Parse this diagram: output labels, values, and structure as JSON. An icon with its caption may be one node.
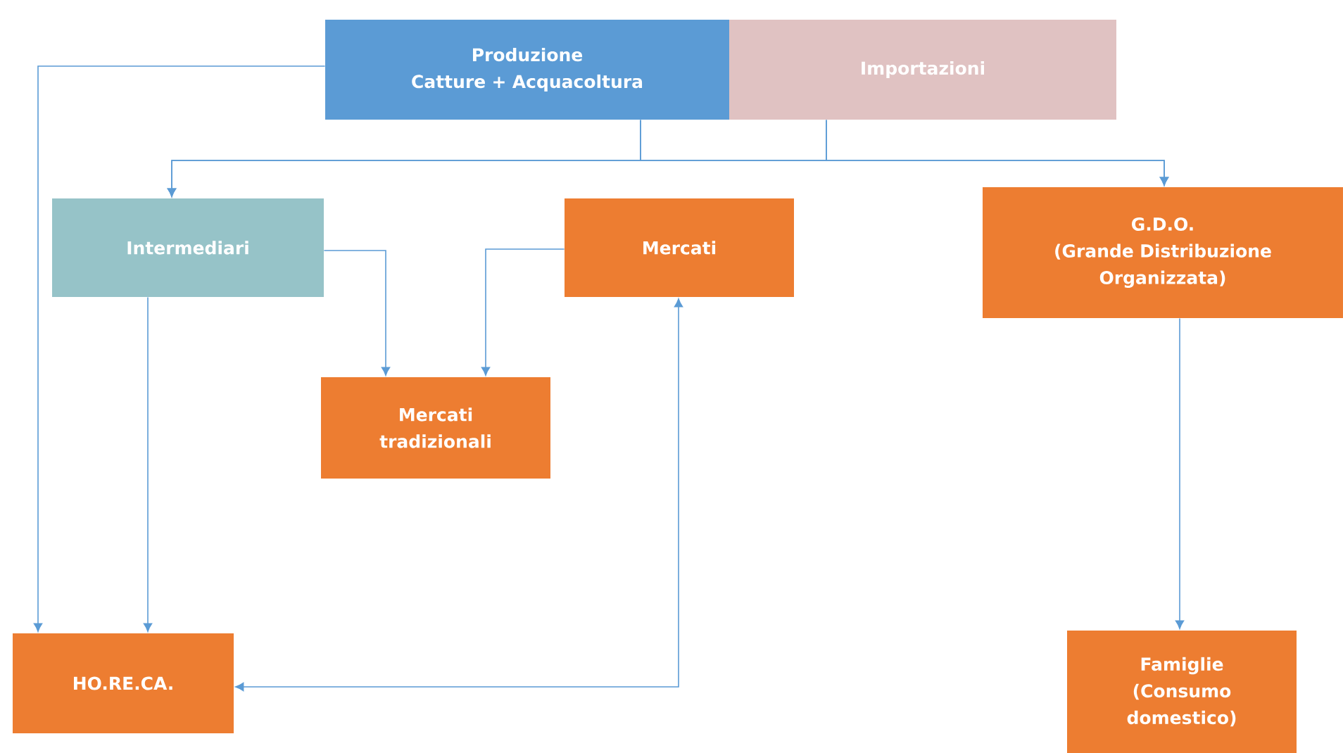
{
  "diagram": {
    "nodes": [
      {
        "text": [
          "Produzione",
          "Catture + Acquacoltura"
        ]
      },
      {
        "text": [
          "Importazioni"
        ]
      },
      {
        "text": [
          "Intermediari"
        ]
      },
      {
        "text": [
          "Mercati"
        ]
      },
      {
        "text": [
          "G.D.O.",
          "(Grande Distribuzione Organizzata)"
        ]
      },
      {
        "text": [
          "Mercati tradizionali"
        ]
      },
      {
        "text": [
          "HO.RE.CA."
        ]
      },
      {
        "text": [
          "Famiglie",
          "(Consumo domestico)"
        ]
      }
    ],
    "edges": [
      {
        "from": 0,
        "to": 6,
        "arrow": "to"
      },
      {
        "from": 0,
        "to": 2,
        "arrow": "to"
      },
      {
        "from": 0,
        "to": 4,
        "arrow": "to"
      },
      {
        "from": 1,
        "to": 2,
        "arrow": "to"
      },
      {
        "from": 1,
        "to": 4,
        "arrow": "to"
      },
      {
        "from": 2,
        "to": 5,
        "arrow": "to"
      },
      {
        "from": 3,
        "to": 5,
        "arrow": "to"
      },
      {
        "from": 2,
        "to": 6,
        "arrow": "to"
      },
      {
        "from": 3,
        "to": 6,
        "arrow": "both"
      },
      {
        "from": 4,
        "to": 7,
        "arrow": "to"
      }
    ]
  }
}
